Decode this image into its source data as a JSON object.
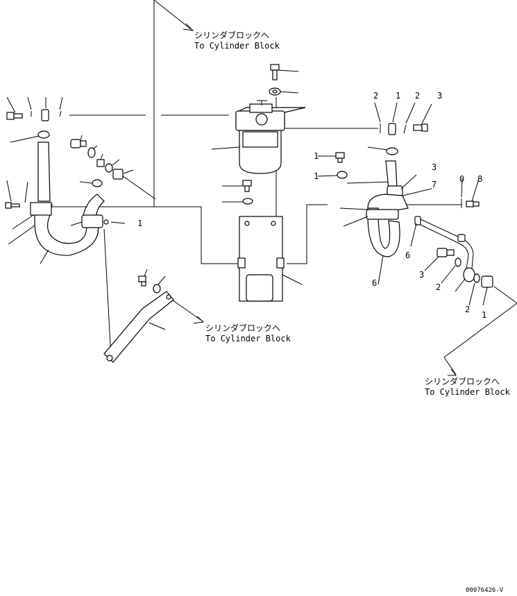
{
  "callouts": {
    "top": {
      "jp": "シリンダブロックへ",
      "en": "To Cylinder Block"
    },
    "middle": {
      "jp": "シリンダブロックへ",
      "en": "To Cylinder Block"
    },
    "right": {
      "jp": "シリンダブロックへ",
      "en": "To Cylinder Block"
    }
  },
  "part_numbers": {
    "r_top_2a": "2",
    "r_top_1": "1",
    "r_top_2b": "2",
    "r_top_3": "3",
    "r_mid_1a": "1",
    "r_mid_1b": "1",
    "r_elbow_3": "3",
    "r_elbow_7": "7",
    "r_side_0": "0",
    "r_side_8": "8",
    "r_hose_6": "6",
    "r_pipe_6": "6",
    "r_fit_3": "3",
    "r_fit_2a": "2",
    "r_fit_2b": "2",
    "r_fit_1": "1",
    "l_mid_1": "1"
  },
  "figure_code": "00076426-V"
}
